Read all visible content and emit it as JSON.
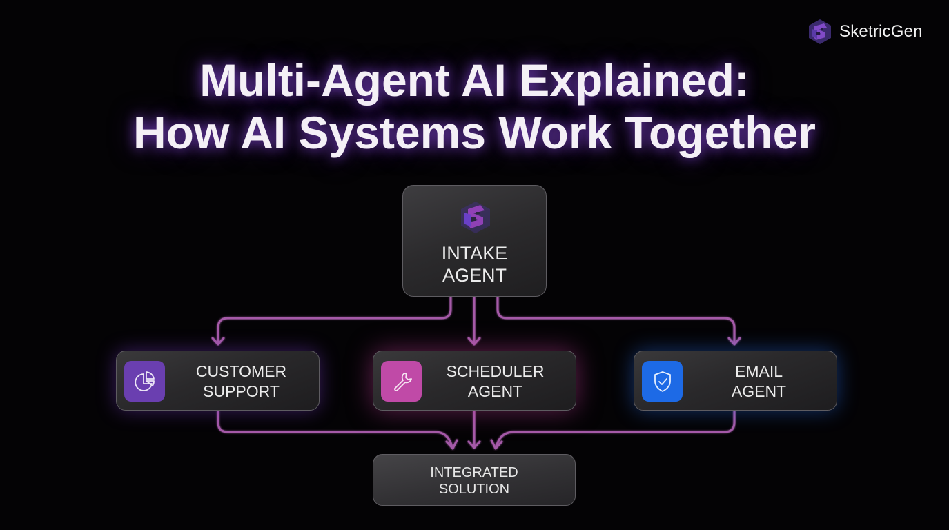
{
  "brand": {
    "name": "SketricGen",
    "logo_icon": "sketricgen-hex-logo-icon"
  },
  "title": {
    "line1": "Multi-Agent AI Explained:",
    "line2": "How AI Systems Work Together"
  },
  "colors": {
    "background": "#040305",
    "connector": "#a55aa8",
    "title_glow": "#8246d2",
    "customer_support_icon_bg": "#6a3fb0",
    "scheduler_icon_bg": "#c04aa7",
    "email_icon_bg": "#1d6ae6"
  },
  "diagram": {
    "intake": {
      "line1": "INTAKE",
      "line2": "AGENT",
      "icon": "sketricgen-hex-logo-icon"
    },
    "agents": [
      {
        "id": "customer-support",
        "line1": "CUSTOMER",
        "line2": "SUPPORT",
        "icon": "pie-chart-icon"
      },
      {
        "id": "scheduler",
        "line1": "SCHEDULER",
        "line2": "AGENT",
        "icon": "wrench-icon"
      },
      {
        "id": "email",
        "line1": "EMAIL",
        "line2": "AGENT",
        "icon": "shield-check-icon"
      }
    ],
    "output": {
      "line1": "INTEGRATED",
      "line2": "SOLUTION"
    },
    "edges": [
      {
        "from": "INTAKE AGENT",
        "to": "CUSTOMER SUPPORT"
      },
      {
        "from": "INTAKE AGENT",
        "to": "SCHEDULER AGENT"
      },
      {
        "from": "INTAKE AGENT",
        "to": "EMAIL AGENT"
      },
      {
        "from": "CUSTOMER SUPPORT",
        "to": "INTEGRATED SOLUTION"
      },
      {
        "from": "SCHEDULER AGENT",
        "to": "INTEGRATED SOLUTION"
      },
      {
        "from": "EMAIL AGENT",
        "to": "INTEGRATED SOLUTION"
      }
    ]
  }
}
